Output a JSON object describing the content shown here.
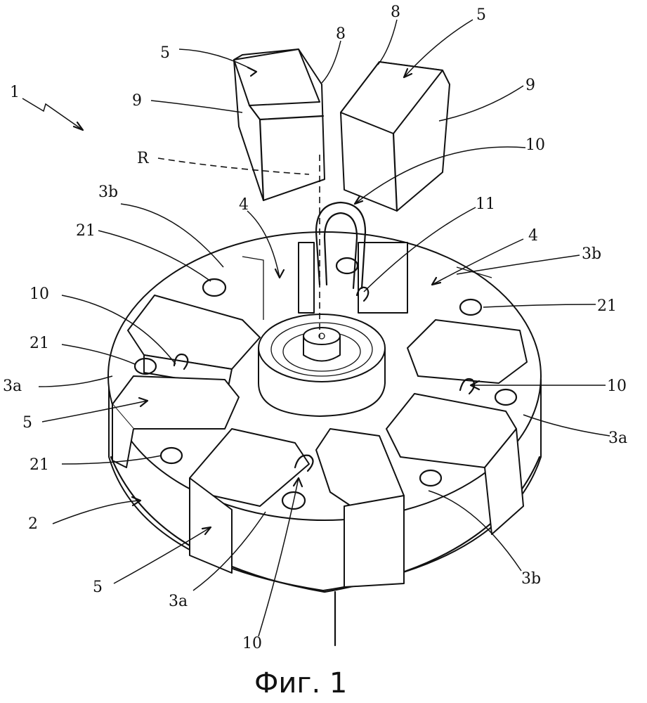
{
  "caption": "Фиг. 1",
  "labels": {
    "l1": "1",
    "l2": "2",
    "l3a_left": "3a",
    "l3a_right": "3a",
    "l3a_bottom": "3a",
    "l3b_left": "3b",
    "l3b_right": "3b",
    "l3b_bottom": "3b",
    "l4_left": "4",
    "l4_right": "4",
    "l5_top_left": "5",
    "l5_top_right": "5",
    "l5_left": "5",
    "l5_bottom": "5",
    "l8_left": "8",
    "l8_right": "8",
    "l9_left": "9",
    "l9_right": "9",
    "l10_top": "10",
    "l10_left": "10",
    "l10_right": "10",
    "l10_bottom": "10",
    "l11": "11",
    "l21_a": "21",
    "l21_b": "21",
    "l21_c": "21",
    "l21_right": "21",
    "lR": "R"
  }
}
